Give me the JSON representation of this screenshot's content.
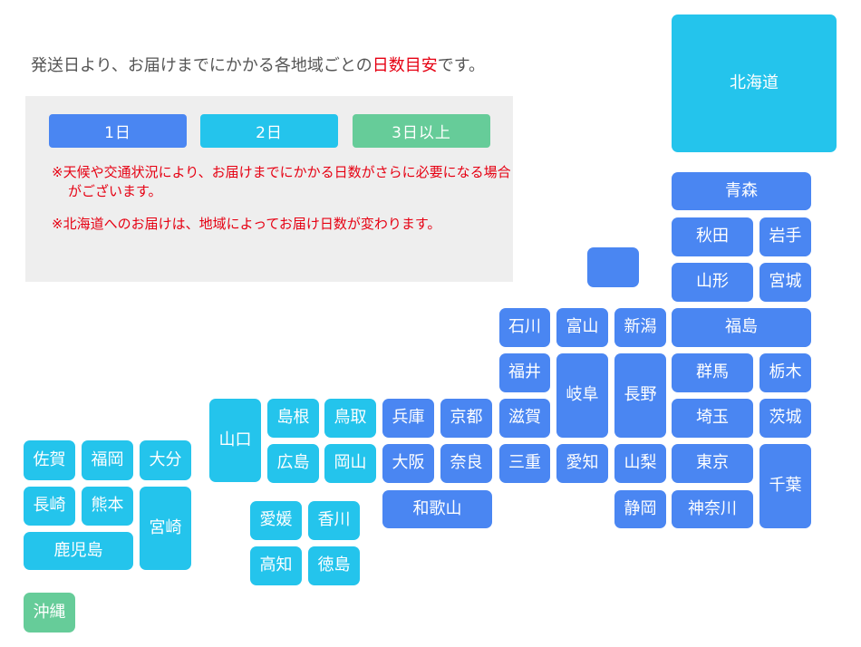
{
  "intro": {
    "before": "発送日より、お届けまでにかかる各地域ごとの",
    "highlight": "日数目安",
    "after": "です。"
  },
  "legend": {
    "day1": "1日",
    "day2": "2日",
    "day3": "3日以上"
  },
  "notes": [
    "※天候や交通状況により、お届けまでにかかる日数がさらに必要になる場合がございます。",
    "※北海道へのお届けは、地域によってお届け日数が変わります。"
  ],
  "colors": {
    "day1": "#4a86f2",
    "day2": "#24c4ec",
    "day3": "#66cc99",
    "note": "#e60012"
  },
  "prefectures": {
    "hokkaido": {
      "name": "北海道",
      "days": 2
    },
    "aomori": {
      "name": "青森",
      "days": 1
    },
    "akita": {
      "name": "秋田",
      "days": 1
    },
    "iwate": {
      "name": "岩手",
      "days": 1
    },
    "yamagata": {
      "name": "山形",
      "days": 1
    },
    "miyagi": {
      "name": "宮城",
      "days": 1
    },
    "sado": {
      "name": "",
      "days": 1
    },
    "ishikawa": {
      "name": "石川",
      "days": 1
    },
    "toyama": {
      "name": "富山",
      "days": 1
    },
    "niigata": {
      "name": "新潟",
      "days": 1
    },
    "fukushima": {
      "name": "福島",
      "days": 1
    },
    "fukui": {
      "name": "福井",
      "days": 1
    },
    "gifu": {
      "name": "岐阜",
      "days": 1
    },
    "nagano": {
      "name": "長野",
      "days": 1
    },
    "gunma": {
      "name": "群馬",
      "days": 1
    },
    "tochigi": {
      "name": "栃木",
      "days": 1
    },
    "yamaguchi": {
      "name": "山口",
      "days": 2
    },
    "shimane": {
      "name": "島根",
      "days": 2
    },
    "tottori": {
      "name": "鳥取",
      "days": 2
    },
    "hyogo": {
      "name": "兵庫",
      "days": 1
    },
    "kyoto": {
      "name": "京都",
      "days": 1
    },
    "shiga": {
      "name": "滋賀",
      "days": 1
    },
    "saitama": {
      "name": "埼玉",
      "days": 1
    },
    "ibaraki": {
      "name": "茨城",
      "days": 1
    },
    "hiroshima": {
      "name": "広島",
      "days": 2
    },
    "okayama": {
      "name": "岡山",
      "days": 2
    },
    "osaka": {
      "name": "大阪",
      "days": 1
    },
    "nara": {
      "name": "奈良",
      "days": 1
    },
    "mie": {
      "name": "三重",
      "days": 1
    },
    "aichi": {
      "name": "愛知",
      "days": 1
    },
    "yamanashi": {
      "name": "山梨",
      "days": 1
    },
    "tokyo": {
      "name": "東京",
      "days": 1
    },
    "chiba": {
      "name": "千葉",
      "days": 1
    },
    "wakayama": {
      "name": "和歌山",
      "days": 1
    },
    "shizuoka": {
      "name": "静岡",
      "days": 1
    },
    "kanagawa": {
      "name": "神奈川",
      "days": 1
    },
    "saga": {
      "name": "佐賀",
      "days": 2
    },
    "fukuoka": {
      "name": "福岡",
      "days": 2
    },
    "oita": {
      "name": "大分",
      "days": 2
    },
    "nagasaki": {
      "name": "長崎",
      "days": 2
    },
    "kumamoto": {
      "name": "熊本",
      "days": 2
    },
    "miyazaki": {
      "name": "宮崎",
      "days": 2
    },
    "kagoshima": {
      "name": "鹿児島",
      "days": 2
    },
    "ehime": {
      "name": "愛媛",
      "days": 2
    },
    "kagawa": {
      "name": "香川",
      "days": 2
    },
    "kochi": {
      "name": "高知",
      "days": 2
    },
    "tokushima": {
      "name": "徳島",
      "days": 2
    },
    "okinawa": {
      "name": "沖縄",
      "days": 3
    }
  }
}
